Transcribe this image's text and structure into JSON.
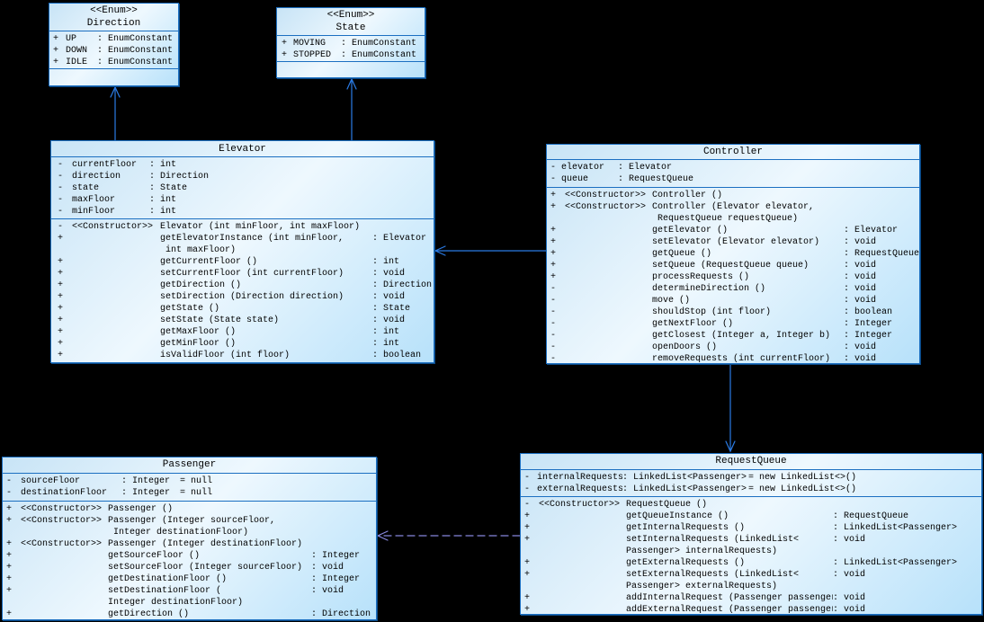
{
  "diagram": {
    "background": "#000000",
    "accent_colors": {
      "box_border": "#1b6fc1",
      "box_fill_top": "#c8e4f6",
      "box_fill_mid": "#eef8fe",
      "box_fill_bottom": "#b7e1fa",
      "box_shadow": "#0d4a86",
      "solid_arrow": "#2a7be4",
      "dashed_arrow": "#8787dd",
      "text": "#000000"
    },
    "classes": [
      {
        "id": "direction",
        "stereotype": "<<Enum>>",
        "name": "Direction",
        "attributes": [
          {
            "vis": "+",
            "name": "UP",
            "type": ": EnumConstant",
            "default": ""
          },
          {
            "vis": "+",
            "name": "DOWN",
            "type": ": EnumConstant",
            "default": ""
          },
          {
            "vis": "+",
            "name": "IDLE",
            "type": ": EnumConstant",
            "default": ""
          }
        ],
        "methods": []
      },
      {
        "id": "state",
        "stereotype": "<<Enum>>",
        "name": "State",
        "attributes": [
          {
            "vis": "+",
            "name": "MOVING",
            "type": ": EnumConstant",
            "default": ""
          },
          {
            "vis": "+",
            "name": "STOPPED",
            "type": ": EnumConstant",
            "default": ""
          }
        ],
        "methods": []
      },
      {
        "id": "elevator",
        "stereotype": "",
        "name": "Elevator",
        "attributes": [
          {
            "vis": "-",
            "name": "currentFloor",
            "type": ": int",
            "default": ""
          },
          {
            "vis": "-",
            "name": "direction",
            "type": ": Direction",
            "default": ""
          },
          {
            "vis": "-",
            "name": "state",
            "type": ": State",
            "default": ""
          },
          {
            "vis": "-",
            "name": "maxFloor",
            "type": ": int",
            "default": ""
          },
          {
            "vis": "-",
            "name": "minFloor",
            "type": ": int",
            "default": ""
          }
        ],
        "methods": [
          {
            "vis": "-",
            "ctor": "<<Constructor>>",
            "sig": "Elevator (int minFloor, int maxFloor)",
            "ret": ""
          },
          {
            "vis": "+",
            "ctor": "",
            "sig": "getElevatorInstance (int minFloor,",
            "ret": ": Elevator"
          },
          {
            "vis": "",
            "ctor": "",
            "sig": " int maxFloor)",
            "ret": ""
          },
          {
            "vis": "+",
            "ctor": "",
            "sig": "getCurrentFloor ()",
            "ret": ": int"
          },
          {
            "vis": "+",
            "ctor": "",
            "sig": "setCurrentFloor (int currentFloor)",
            "ret": ": void"
          },
          {
            "vis": "+",
            "ctor": "",
            "sig": "getDirection ()",
            "ret": ": Direction"
          },
          {
            "vis": "+",
            "ctor": "",
            "sig": "setDirection (Direction direction)",
            "ret": ": void"
          },
          {
            "vis": "+",
            "ctor": "",
            "sig": "getState ()",
            "ret": ": State"
          },
          {
            "vis": "+",
            "ctor": "",
            "sig": "setState (State state)",
            "ret": ": void"
          },
          {
            "vis": "+",
            "ctor": "",
            "sig": "getMaxFloor ()",
            "ret": ": int"
          },
          {
            "vis": "+",
            "ctor": "",
            "sig": "getMinFloor ()",
            "ret": ": int"
          },
          {
            "vis": "+",
            "ctor": "",
            "sig": "isValidFloor (int floor)",
            "ret": ": boolean"
          }
        ]
      },
      {
        "id": "controller",
        "stereotype": "",
        "name": "Controller",
        "attributes": [
          {
            "vis": "-",
            "name": "elevator",
            "type": ": Elevator",
            "default": ""
          },
          {
            "vis": "-",
            "name": "queue",
            "type": ": RequestQueue",
            "default": ""
          }
        ],
        "methods": [
          {
            "vis": "+",
            "ctor": "<<Constructor>>",
            "sig": "Controller ()",
            "ret": ""
          },
          {
            "vis": "+",
            "ctor": "<<Constructor>>",
            "sig": "Controller (Elevator elevator,",
            "ret": ""
          },
          {
            "vis": "",
            "ctor": "",
            "sig": " RequestQueue requestQueue)",
            "ret": ""
          },
          {
            "vis": "+",
            "ctor": "",
            "sig": "getElevator ()",
            "ret": ": Elevator"
          },
          {
            "vis": "+",
            "ctor": "",
            "sig": "setElevator (Elevator elevator)",
            "ret": ": void"
          },
          {
            "vis": "+",
            "ctor": "",
            "sig": "getQueue ()",
            "ret": ": RequestQueue"
          },
          {
            "vis": "+",
            "ctor": "",
            "sig": "setQueue (RequestQueue queue)",
            "ret": ": void"
          },
          {
            "vis": "+",
            "ctor": "",
            "sig": "processRequests ()",
            "ret": ": void"
          },
          {
            "vis": "-",
            "ctor": "",
            "sig": "determineDirection ()",
            "ret": ": void"
          },
          {
            "vis": "-",
            "ctor": "",
            "sig": "move ()",
            "ret": ": void"
          },
          {
            "vis": "-",
            "ctor": "",
            "sig": "shouldStop (int floor)",
            "ret": ": boolean"
          },
          {
            "vis": "-",
            "ctor": "",
            "sig": "getNextFloor ()",
            "ret": ": Integer"
          },
          {
            "vis": "-",
            "ctor": "",
            "sig": "getClosest (Integer a, Integer b)",
            "ret": ": Integer"
          },
          {
            "vis": "-",
            "ctor": "",
            "sig": "openDoors ()",
            "ret": ": void"
          },
          {
            "vis": "-",
            "ctor": "",
            "sig": "removeRequests (int currentFloor)",
            "ret": ": void"
          }
        ]
      },
      {
        "id": "passenger",
        "stereotype": "",
        "name": "Passenger",
        "attributes": [
          {
            "vis": "-",
            "name": "sourceFloor",
            "type": ": Integer",
            "default": "= null"
          },
          {
            "vis": "-",
            "name": "destinationFloor",
            "type": ": Integer",
            "default": "= null"
          }
        ],
        "methods": [
          {
            "vis": "+",
            "ctor": "<<Constructor>>",
            "sig": "Passenger ()",
            "ret": ""
          },
          {
            "vis": "+",
            "ctor": "<<Constructor>>",
            "sig": "Passenger (Integer sourceFloor,",
            "ret": ""
          },
          {
            "vis": "",
            "ctor": "",
            "sig": " Integer destinationFloor)",
            "ret": ""
          },
          {
            "vis": "+",
            "ctor": "<<Constructor>>",
            "sig": "Passenger (Integer destinationFloor)",
            "ret": ""
          },
          {
            "vis": "+",
            "ctor": "",
            "sig": "getSourceFloor ()",
            "ret": ": Integer"
          },
          {
            "vis": "+",
            "ctor": "",
            "sig": "setSourceFloor (Integer sourceFloor)",
            "ret": ": void"
          },
          {
            "vis": "+",
            "ctor": "",
            "sig": "getDestinationFloor ()",
            "ret": ": Integer"
          },
          {
            "vis": "+",
            "ctor": "",
            "sig": "setDestinationFloor (",
            "ret": ": void"
          },
          {
            "vis": "",
            "ctor": "",
            "sig": "Integer destinationFloor)",
            "ret": ""
          },
          {
            "vis": "+",
            "ctor": "",
            "sig": "getDirection ()",
            "ret": ": Direction"
          }
        ]
      },
      {
        "id": "requestqueue",
        "stereotype": "",
        "name": "RequestQueue",
        "attributes": [
          {
            "vis": "-",
            "name": "internalRequests",
            "type": ": LinkedList<Passenger>",
            "default": "= new LinkedList<>()"
          },
          {
            "vis": "-",
            "name": "externalRequests",
            "type": ": LinkedList<Passenger>",
            "default": "= new LinkedList<>()"
          }
        ],
        "methods": [
          {
            "vis": "-",
            "ctor": "<<Constructor>>",
            "sig": "RequestQueue ()",
            "ret": ""
          },
          {
            "vis": "+",
            "ctor": "",
            "sig": "getQueueInstance ()",
            "ret": ": RequestQueue"
          },
          {
            "vis": "+",
            "ctor": "",
            "sig": "getInternalRequests ()",
            "ret": ": LinkedList<Passenger>"
          },
          {
            "vis": "+",
            "ctor": "",
            "sig": "setInternalRequests (LinkedList<",
            "ret": ": void"
          },
          {
            "vis": "",
            "ctor": "",
            "sig": "Passenger> internalRequests)",
            "ret": ""
          },
          {
            "vis": "+",
            "ctor": "",
            "sig": "getExternalRequests ()",
            "ret": ": LinkedList<Passenger>"
          },
          {
            "vis": "+",
            "ctor": "",
            "sig": "setExternalRequests (LinkedList<",
            "ret": ": void"
          },
          {
            "vis": "",
            "ctor": "",
            "sig": "Passenger> externalRequests)",
            "ret": ""
          },
          {
            "vis": "+",
            "ctor": "",
            "sig": "addInternalRequest (Passenger passenger)",
            "ret": ": void"
          },
          {
            "vis": "+",
            "ctor": "",
            "sig": "addExternalRequest (Passenger passenger)",
            "ret": ": void"
          }
        ]
      }
    ],
    "relationships": [
      {
        "id": "elevator-to-direction",
        "from": "Elevator",
        "to": "Direction",
        "style": "solid",
        "arrowhead": "open"
      },
      {
        "id": "elevator-to-state",
        "from": "Elevator",
        "to": "State",
        "style": "solid",
        "arrowhead": "open"
      },
      {
        "id": "controller-to-elevator",
        "from": "Controller",
        "to": "Elevator",
        "style": "solid",
        "arrowhead": "open"
      },
      {
        "id": "controller-to-requestqueue",
        "from": "Controller",
        "to": "RequestQueue",
        "style": "solid",
        "arrowhead": "open"
      },
      {
        "id": "requestqueue-to-passenger",
        "from": "RequestQueue",
        "to": "Passenger",
        "style": "dashed",
        "arrowhead": "open"
      }
    ]
  }
}
